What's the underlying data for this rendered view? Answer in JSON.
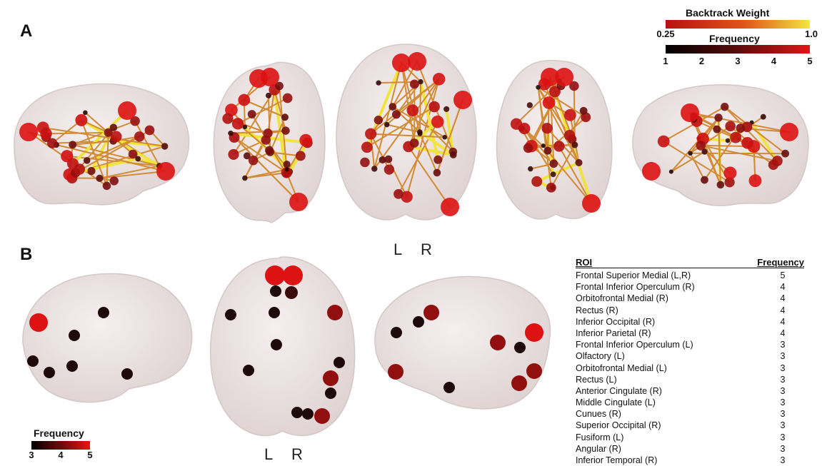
{
  "panels": {
    "a_label": "A",
    "b_label": "B"
  },
  "orientation": {
    "a_left": "L",
    "a_right": "R",
    "b_left": "L",
    "b_right": "R"
  },
  "colorbars": {
    "backtrack": {
      "title": "Backtrack Weight",
      "min_label": "0.25",
      "max_label": "1.0",
      "colors": [
        "#b81010",
        "#e0561a",
        "#f2e640"
      ]
    },
    "frequency_a": {
      "title": "Frequency",
      "ticks": [
        "1",
        "2",
        "3",
        "4",
        "5"
      ],
      "colors": [
        "#000000",
        "#5c0b0b",
        "#e01414"
      ]
    },
    "frequency_b": {
      "title": "Frequency",
      "ticks": [
        "3",
        "4",
        "5"
      ],
      "colors": [
        "#000000",
        "#6a0c0c",
        "#e81212"
      ]
    }
  },
  "colors": {
    "brain_fill": "#ebe1e1",
    "brain_stroke": "#d3c7c7",
    "edge": "#d28a34",
    "strong_edge": "#f0e43c",
    "node_high": "#dd1212",
    "node_low": "#1e0a0a"
  },
  "roi_table": {
    "header_roi": "ROI",
    "header_frequency": "Frequency",
    "rows": [
      {
        "roi": "Frontal Superior Medial (L,R)",
        "frequency": "5"
      },
      {
        "roi": "Frontal Inferior Operculum  (R)",
        "frequency": "4"
      },
      {
        "roi": "Orbitofrontal Medial (R)",
        "frequency": "4"
      },
      {
        "roi": "Rectus (R)",
        "frequency": "4"
      },
      {
        "roi": "Inferior Occipital (R)",
        "frequency": "4"
      },
      {
        "roi": "Inferior Parietal (R)",
        "frequency": "4"
      },
      {
        "roi": "Frontal Inferior Operculum (L)",
        "frequency": "3"
      },
      {
        "roi": "Olfactory (L)",
        "frequency": "3"
      },
      {
        "roi": "Orbitofrontal Medial (L)",
        "frequency": "3"
      },
      {
        "roi": "Rectus (L)",
        "frequency": "3"
      },
      {
        "roi": "Anterior Cingulate (R)",
        "frequency": "3"
      },
      {
        "roi": "Middle Cingulate (L)",
        "frequency": "3"
      },
      {
        "roi": "Cunues (R)",
        "frequency": "3"
      },
      {
        "roi": "Superior Occipital (R)",
        "frequency": "3"
      },
      {
        "roi": "Fusiform (L)",
        "frequency": "3"
      },
      {
        "roi": "Angular (R)",
        "frequency": "3"
      },
      {
        "roi": "Inferior Temporal (R)",
        "frequency": "3"
      }
    ]
  }
}
